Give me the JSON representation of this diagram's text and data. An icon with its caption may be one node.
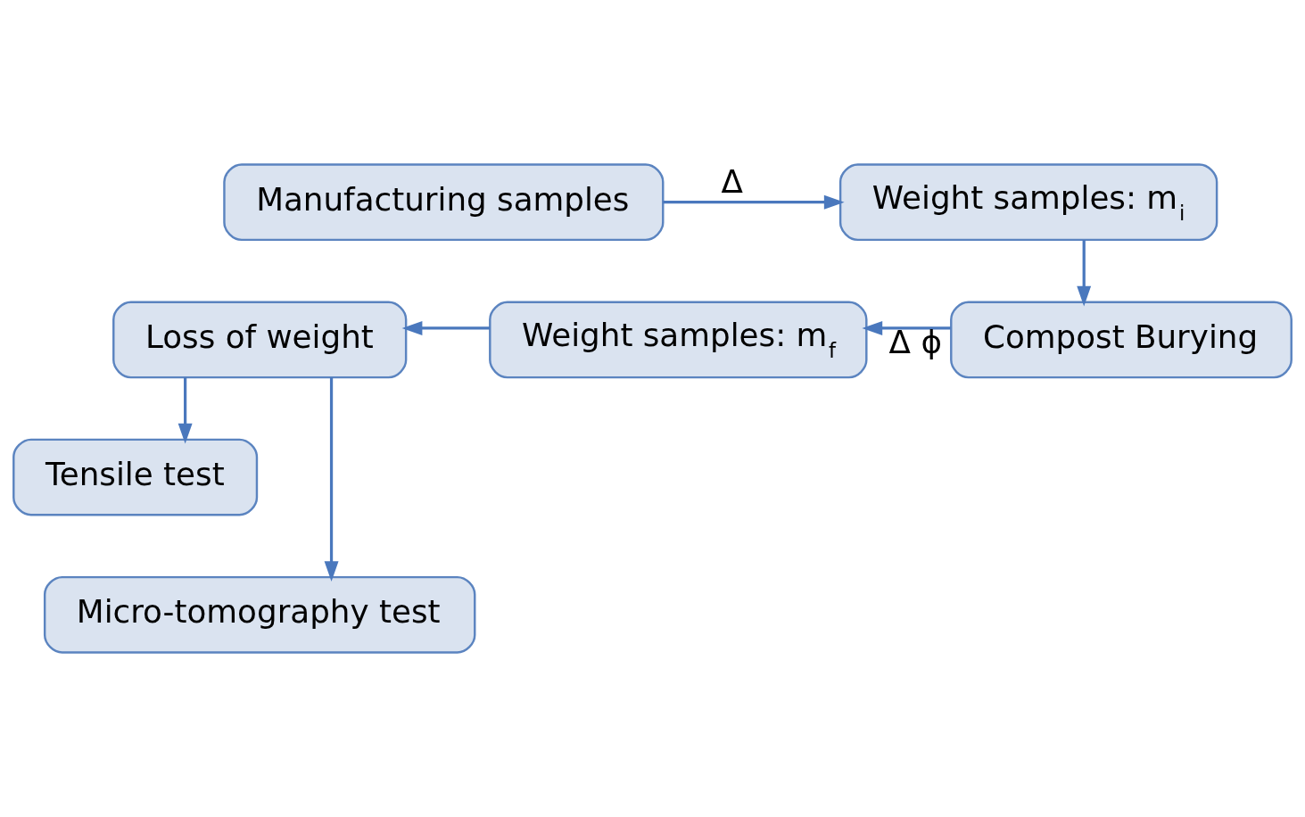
{
  "diagram": {
    "nodes": [
      {
        "text": [
          "Manufacturing samples"
        ]
      },
      {
        "text": [
          "Weight samples: m$_{i}$"
        ]
      },
      {
        "text": [
          "Compost Burying"
        ]
      },
      {
        "text": [
          "Weight samples: m$_{f}$"
        ]
      },
      {
        "text": [
          "Loss of weight"
        ]
      },
      {
        "text": [
          "Tensile test"
        ]
      },
      {
        "text": [
          "Micro-tomography test"
        ]
      }
    ],
    "edges": [
      {
        "from": 0,
        "to": 1,
        "arrow": "to",
        "label": "Δ"
      },
      {
        "from": 1,
        "to": 2,
        "arrow": "to"
      },
      {
        "from": 2,
        "to": 3,
        "arrow": "to",
        "label": "Δ ϕ"
      },
      {
        "from": 3,
        "to": 4,
        "arrow": "to"
      },
      {
        "from": 4,
        "to": 5,
        "arrow": "to"
      },
      {
        "from": 4,
        "to": 6,
        "arrow": "to"
      }
    ]
  }
}
